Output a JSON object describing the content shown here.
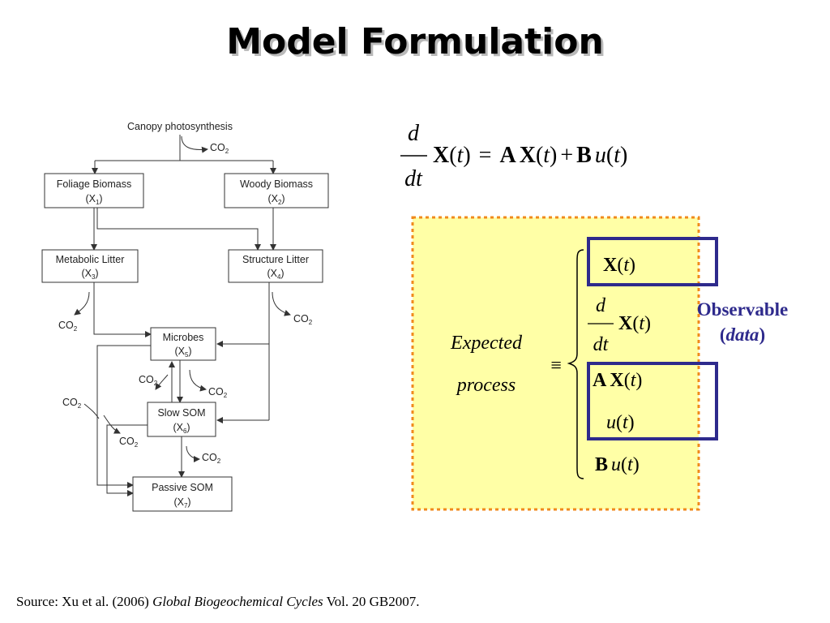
{
  "title": "Model Formulation",
  "diagram": {
    "top_label": "Canopy photosynthesis",
    "co2": "CO",
    "co2_sub": "2",
    "boxes": [
      {
        "id": "x1",
        "name": "Foliage Biomass",
        "var": "(X",
        "sub": "1",
        "close": ")"
      },
      {
        "id": "x2",
        "name": "Woody Biomass",
        "var": "(X",
        "sub": "2",
        "close": ")"
      },
      {
        "id": "x3",
        "name": "Metabolic Litter",
        "var": "(X",
        "sub": "3",
        "close": ")"
      },
      {
        "id": "x4",
        "name": "Structure Litter",
        "var": "(X",
        "sub": "4",
        "close": ")"
      },
      {
        "id": "x5",
        "name": "Microbes",
        "var": "(X",
        "sub": "5",
        "close": ")"
      },
      {
        "id": "x6",
        "name": "Slow SOM",
        "var": "(X",
        "sub": "6",
        "close": ")"
      },
      {
        "id": "x7",
        "name": "Passive SOM",
        "var": "(X",
        "sub": "7",
        "close": ")"
      }
    ]
  },
  "equation": {
    "d": "d",
    "dt": "dt",
    "X": "X",
    "t": "t",
    "A": "A",
    "B": "B",
    "u": "u",
    "lp": "(",
    "rp": ")",
    "eq": "=",
    "plus": "+"
  },
  "panel": {
    "expected": "Expected",
    "process": "process",
    "equiv": "≡",
    "observable": "Observable",
    "data_open": "(",
    "data_word": "data",
    "data_close": ")"
  },
  "source": {
    "prefix": "Source: Xu et al. (2006) ",
    "journal": "Global Biogeochemical Cycles",
    "suffix": " Vol. 20 GB2007."
  }
}
